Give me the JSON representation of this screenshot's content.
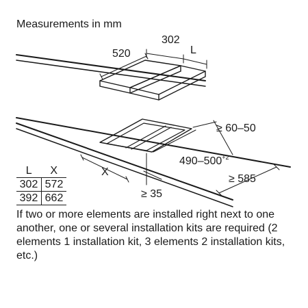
{
  "heading": "Measurements in mm",
  "labels": {
    "depth": "520",
    "width": "302",
    "l": "L",
    "rear_clearance": "≥ 60–50",
    "cutout_depth": "490–500",
    "cutout_depth_tol": "+2",
    "x": "X",
    "front_clearance": "≥ 35",
    "worktop_depth": "≥ 585"
  },
  "table": {
    "headers": [
      "L",
      "X"
    ],
    "rows": [
      [
        "302",
        "572"
      ],
      [
        "392",
        "662"
      ]
    ]
  },
  "note": "If two or more elements are installed right next to one another, one or several installation kits are required (2 elements 1 installation kit, 3 elements 2 installation kits, etc.)"
}
